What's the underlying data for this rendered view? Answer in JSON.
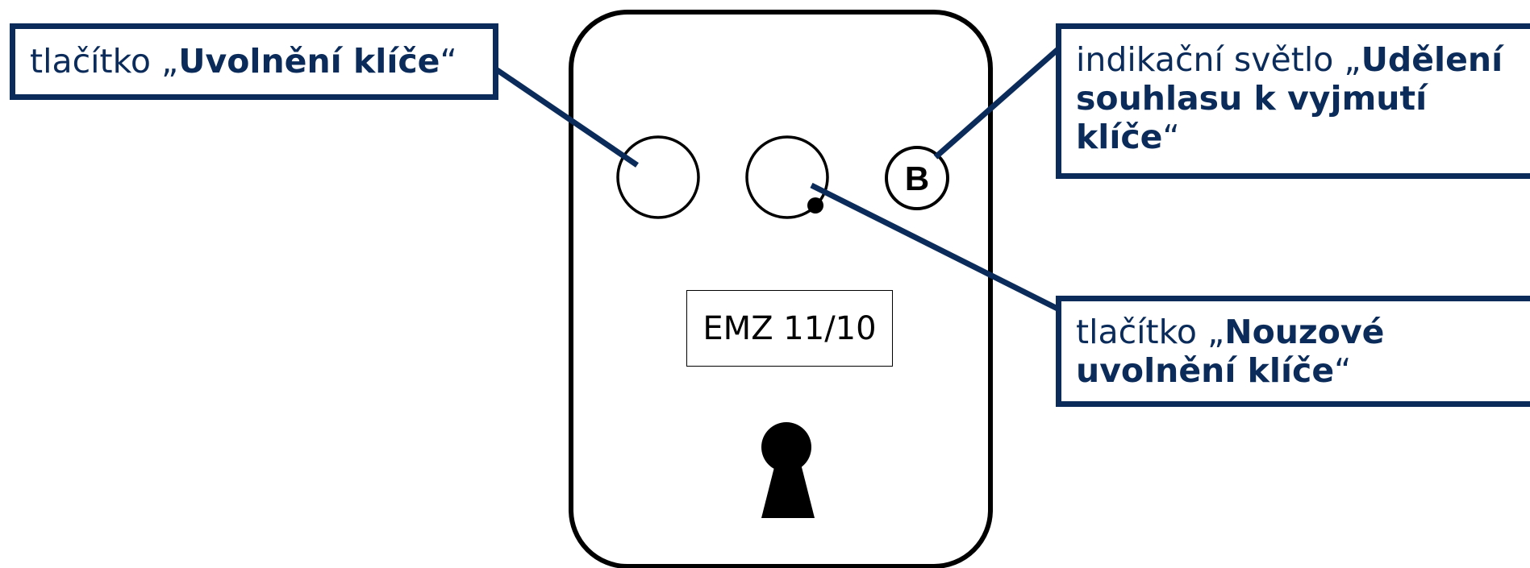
{
  "device": {
    "model_label": "EMZ 11/10",
    "indicator_letter": "B"
  },
  "callouts": {
    "release_button": {
      "prefix": "tlačítko „",
      "bold": "Uvolnění klíče",
      "suffix": "“"
    },
    "consent_light": {
      "prefix": "indikační světlo „",
      "bold": "Udělení souhlasu k vyjmutí klíče",
      "suffix": "“"
    },
    "emergency_button": {
      "prefix": "tlačítko „",
      "bold": "Nouzové uvolnění klíče",
      "suffix": "“"
    }
  },
  "colors": {
    "callout_border": "#0b2c5a",
    "callout_text": "#0b2c5a",
    "device_outline": "#000000"
  }
}
